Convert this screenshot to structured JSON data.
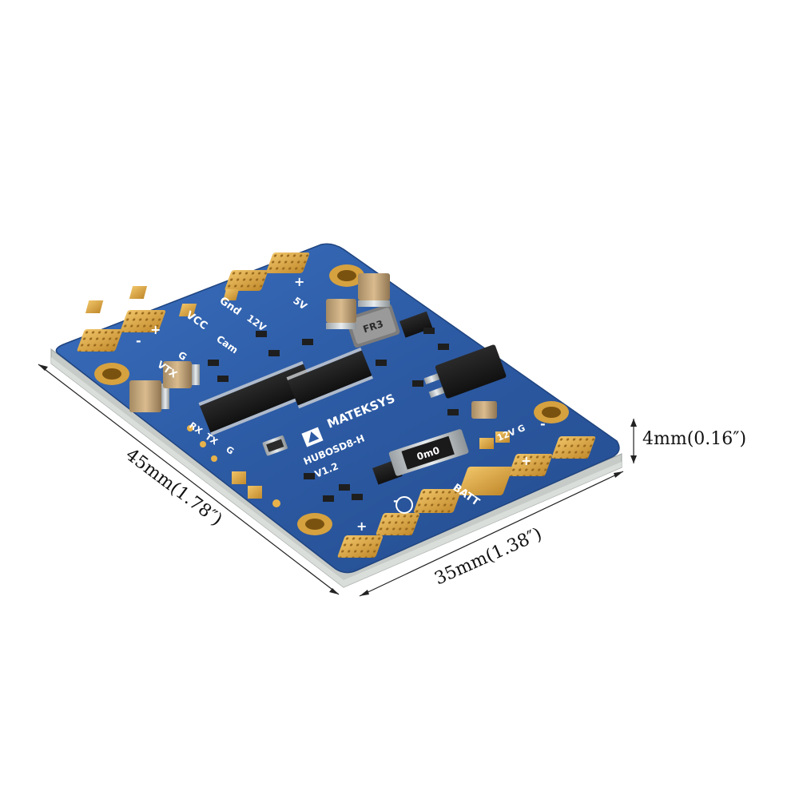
{
  "dimensions": {
    "length_label": "45mm(1.78″)",
    "width_label": "35mm(1.38″)",
    "thickness_label": "4mm(0.16″)"
  },
  "board": {
    "brand": "MATEKSYS",
    "model": "HUBOSD8-H",
    "version": "V1.2",
    "pad_labels": {
      "gnd": "Gnd",
      "vcc": "VCC",
      "plus": "+",
      "minus": "-",
      "five_v": "5V",
      "twelve_v": "12V",
      "cam": "Cam",
      "vtx": "VTX",
      "g": "G",
      "tx": "TX",
      "rx": "RX",
      "batt": "BATT",
      "twelve_v_g": "12V G"
    },
    "component_marks": {
      "inductor": "FR3",
      "shunt": "0m0"
    },
    "colors": {
      "pcb": "#2f5fa8",
      "pad": "#d9a441",
      "edge": "#c9ccc9"
    }
  }
}
